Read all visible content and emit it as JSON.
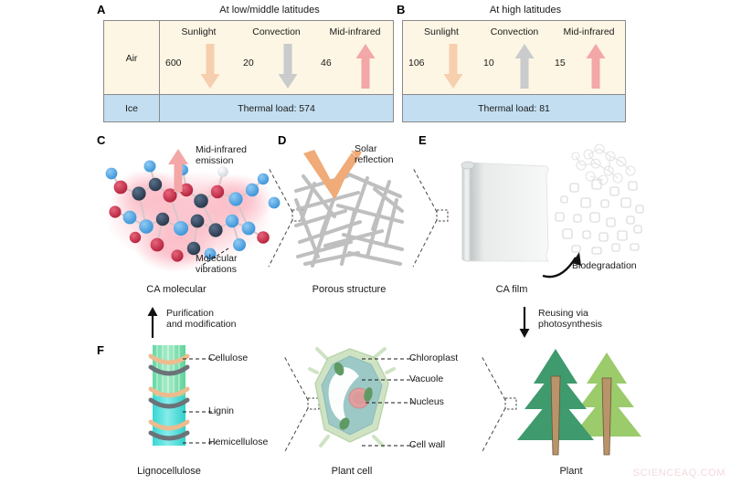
{
  "figure": {
    "watermark": "SCIENCEAQ.COM"
  },
  "panel_a": {
    "label": "A",
    "title": "At low/middle latitudes",
    "row_air": "Air",
    "row_ice": "Ice",
    "thermal_load": "Thermal load: 574",
    "flows": [
      {
        "name": "Sunlight",
        "value": "600",
        "direction": "down",
        "color": "#f6cfae"
      },
      {
        "name": "Convection",
        "value": "20",
        "direction": "down",
        "color": "#c9cbcc"
      },
      {
        "name": "Mid-infrared",
        "value": "46",
        "direction": "up",
        "color": "#f3a7a7"
      }
    ]
  },
  "panel_b": {
    "label": "B",
    "title": "At high latitudes",
    "row_air": "Air",
    "row_ice": "Ice",
    "thermal_load": "Thermal load: 81",
    "flows": [
      {
        "name": "Sunlight",
        "value": "106",
        "direction": "down",
        "color": "#f6cfae"
      },
      {
        "name": "Convection",
        "value": "10",
        "direction": "up",
        "color": "#c9cbcc"
      },
      {
        "name": "Mid-infrared",
        "value": "15",
        "direction": "up",
        "color": "#f3a7a7"
      }
    ]
  },
  "panel_c": {
    "label": "C",
    "annotation_top": "Mid-infrared\nemission",
    "annotation_top_line1": "Mid-infrared",
    "annotation_top_line2": "emission",
    "annotation_side_line1": "Molecular",
    "annotation_side_line2": "vibrations",
    "caption": "CA molecular",
    "atom_colors": {
      "oxygen": "#c0304a",
      "carbon": "#2f3f52",
      "hydrogen_blue": "#4aa3e0",
      "glow": "#f9c9cf"
    },
    "arrow_color": "#f3a7a7"
  },
  "panel_d": {
    "label": "D",
    "annotation_line1": "Solar",
    "annotation_line2": "reflection",
    "caption": "Porous structure",
    "fiber_color": "#bfbfbf",
    "arrow_color": "#f0ab78"
  },
  "panel_e": {
    "label": "E",
    "annotation": "Biodegradation",
    "caption": "CA film",
    "film_color": "#e8e9e9"
  },
  "connectors": {
    "left_arrow_line1": "Purification",
    "left_arrow_line2": "and modification",
    "left_arrow_direction": "up",
    "right_arrow_line1": "Reusing via",
    "right_arrow_line2": "photosynthesis",
    "right_arrow_direction": "down"
  },
  "panel_f": {
    "label": "F",
    "items": [
      {
        "caption": "Lignocellulose",
        "labels": [
          "Cellulose",
          "Lignin",
          "Hemicellulose"
        ],
        "colors": {
          "cellulose": "#8fe3b8",
          "cellulose2": "#5fe0dc",
          "lignin": "#6b7278",
          "hemicellulose": "#edbb8e"
        }
      },
      {
        "caption": "Plant cell",
        "labels": [
          "Chloroplast",
          "Vacuole",
          "Nucleus",
          "Cell wall"
        ],
        "colors": {
          "cytoplasm": "#9cc9c6",
          "wall": "#cfe3c4",
          "vacuole": "#ffffff",
          "nucleus": "#e0a0a0",
          "chloroplast": "#5f9a63"
        }
      },
      {
        "caption": "Plant",
        "labels": [],
        "colors": {
          "tree_dark": "#3f9a6e",
          "tree_light": "#9ccb6b",
          "trunk": "#b9946a"
        }
      }
    ]
  }
}
